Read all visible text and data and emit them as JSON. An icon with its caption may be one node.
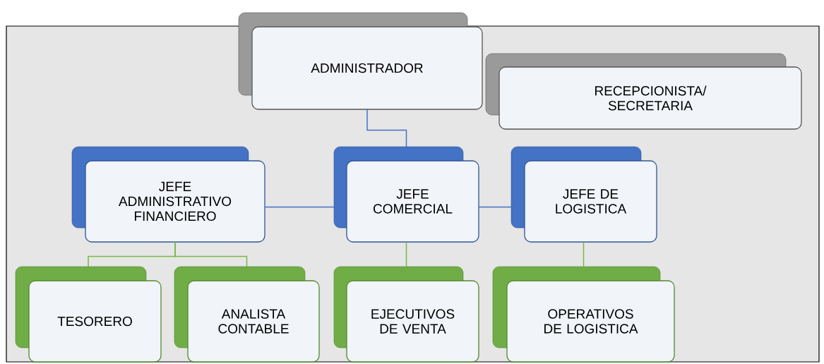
{
  "diagram": {
    "nodes": [
      {
        "text": [
          "ADMINISTRADOR"
        ]
      },
      {
        "text": [
          "RECEPCIONISTA/ SECRETARIA"
        ]
      },
      {
        "text": [
          "JEFE ADMINISTRATIVO FINANCIERO"
        ]
      },
      {
        "text": [
          "JEFE COMERCIAL"
        ]
      },
      {
        "text": [
          "JEFE DE LOGISTICA"
        ]
      },
      {
        "text": [
          "TESORERO"
        ]
      },
      {
        "text": [
          "ANALISTA CONTABLE"
        ]
      },
      {
        "text": [
          "EJECUTIVOS DE VENTA"
        ]
      },
      {
        "text": [
          "OPERATIVOS DE LOGISTICA"
        ]
      }
    ],
    "edges": [
      {
        "from": 0,
        "to": 3,
        "arrow": "none",
        "color": "#4472c4"
      },
      {
        "from": 3,
        "to": 2,
        "arrow": "none",
        "color": "#4472c4"
      },
      {
        "from": 3,
        "to": 4,
        "arrow": "none",
        "color": "#4472c4"
      },
      {
        "from": 2,
        "to": 5,
        "arrow": "none"
      },
      {
        "from": 2,
        "to": 6,
        "arrow": "none"
      },
      {
        "from": 3,
        "to": 7,
        "arrow": "none"
      },
      {
        "from": 4,
        "to": 8,
        "arrow": "none"
      }
    ]
  }
}
